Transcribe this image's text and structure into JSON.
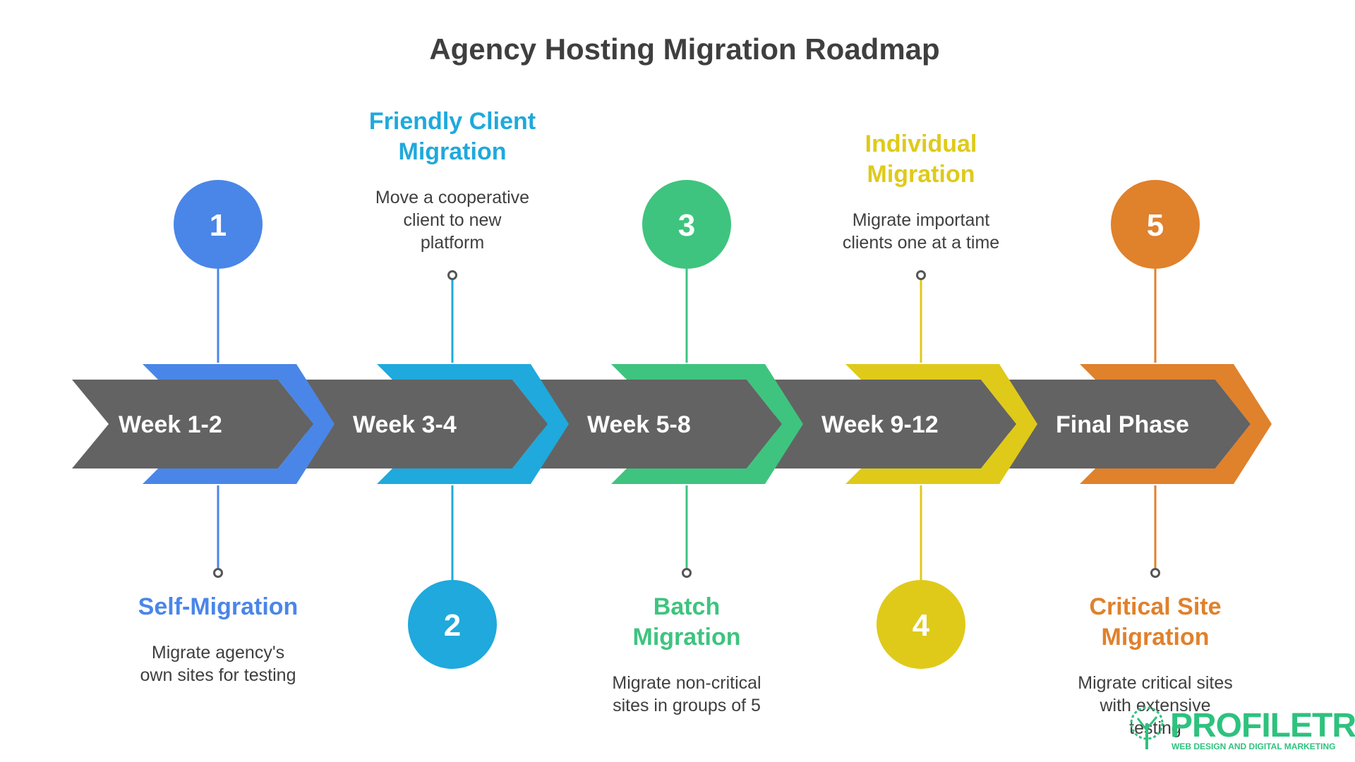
{
  "title": "Agency Hosting Migration Roadmap",
  "steps": [
    {
      "number": "1",
      "period": "Week 1-2",
      "heading_lines": [
        "Self-Migration"
      ],
      "desc_lines": [
        "Migrate agency's",
        "own sites for testing"
      ],
      "color": "#4a86e8",
      "position": "below"
    },
    {
      "number": "2",
      "period": "Week 3-4",
      "heading_lines": [
        "Friendly Client",
        "Migration"
      ],
      "desc_lines": [
        "Move a cooperative",
        "client to new",
        "platform"
      ],
      "color": "#1fa9dc",
      "position": "above"
    },
    {
      "number": "3",
      "period": "Week 5-8",
      "heading_lines": [
        "Batch",
        "Migration"
      ],
      "desc_lines": [
        "Migrate non-critical",
        "sites in groups of 5"
      ],
      "color": "#3ec47f",
      "position": "below"
    },
    {
      "number": "4",
      "period": "Week 9-12",
      "heading_lines": [
        "Individual",
        "Migration"
      ],
      "desc_lines": [
        "Migrate important",
        "clients one at a time"
      ],
      "color": "#dfca1a",
      "position": "above"
    },
    {
      "number": "5",
      "period": "Final Phase",
      "heading_lines": [
        "Critical Site",
        "Migration"
      ],
      "desc_lines": [
        "Migrate critical sites",
        "with extensive",
        "testing"
      ],
      "color": "#e0812c",
      "position": "below"
    }
  ],
  "logo": {
    "name": "PROFILETREE",
    "tagline": "WEB DESIGN AND DIGITAL MARKETING"
  }
}
